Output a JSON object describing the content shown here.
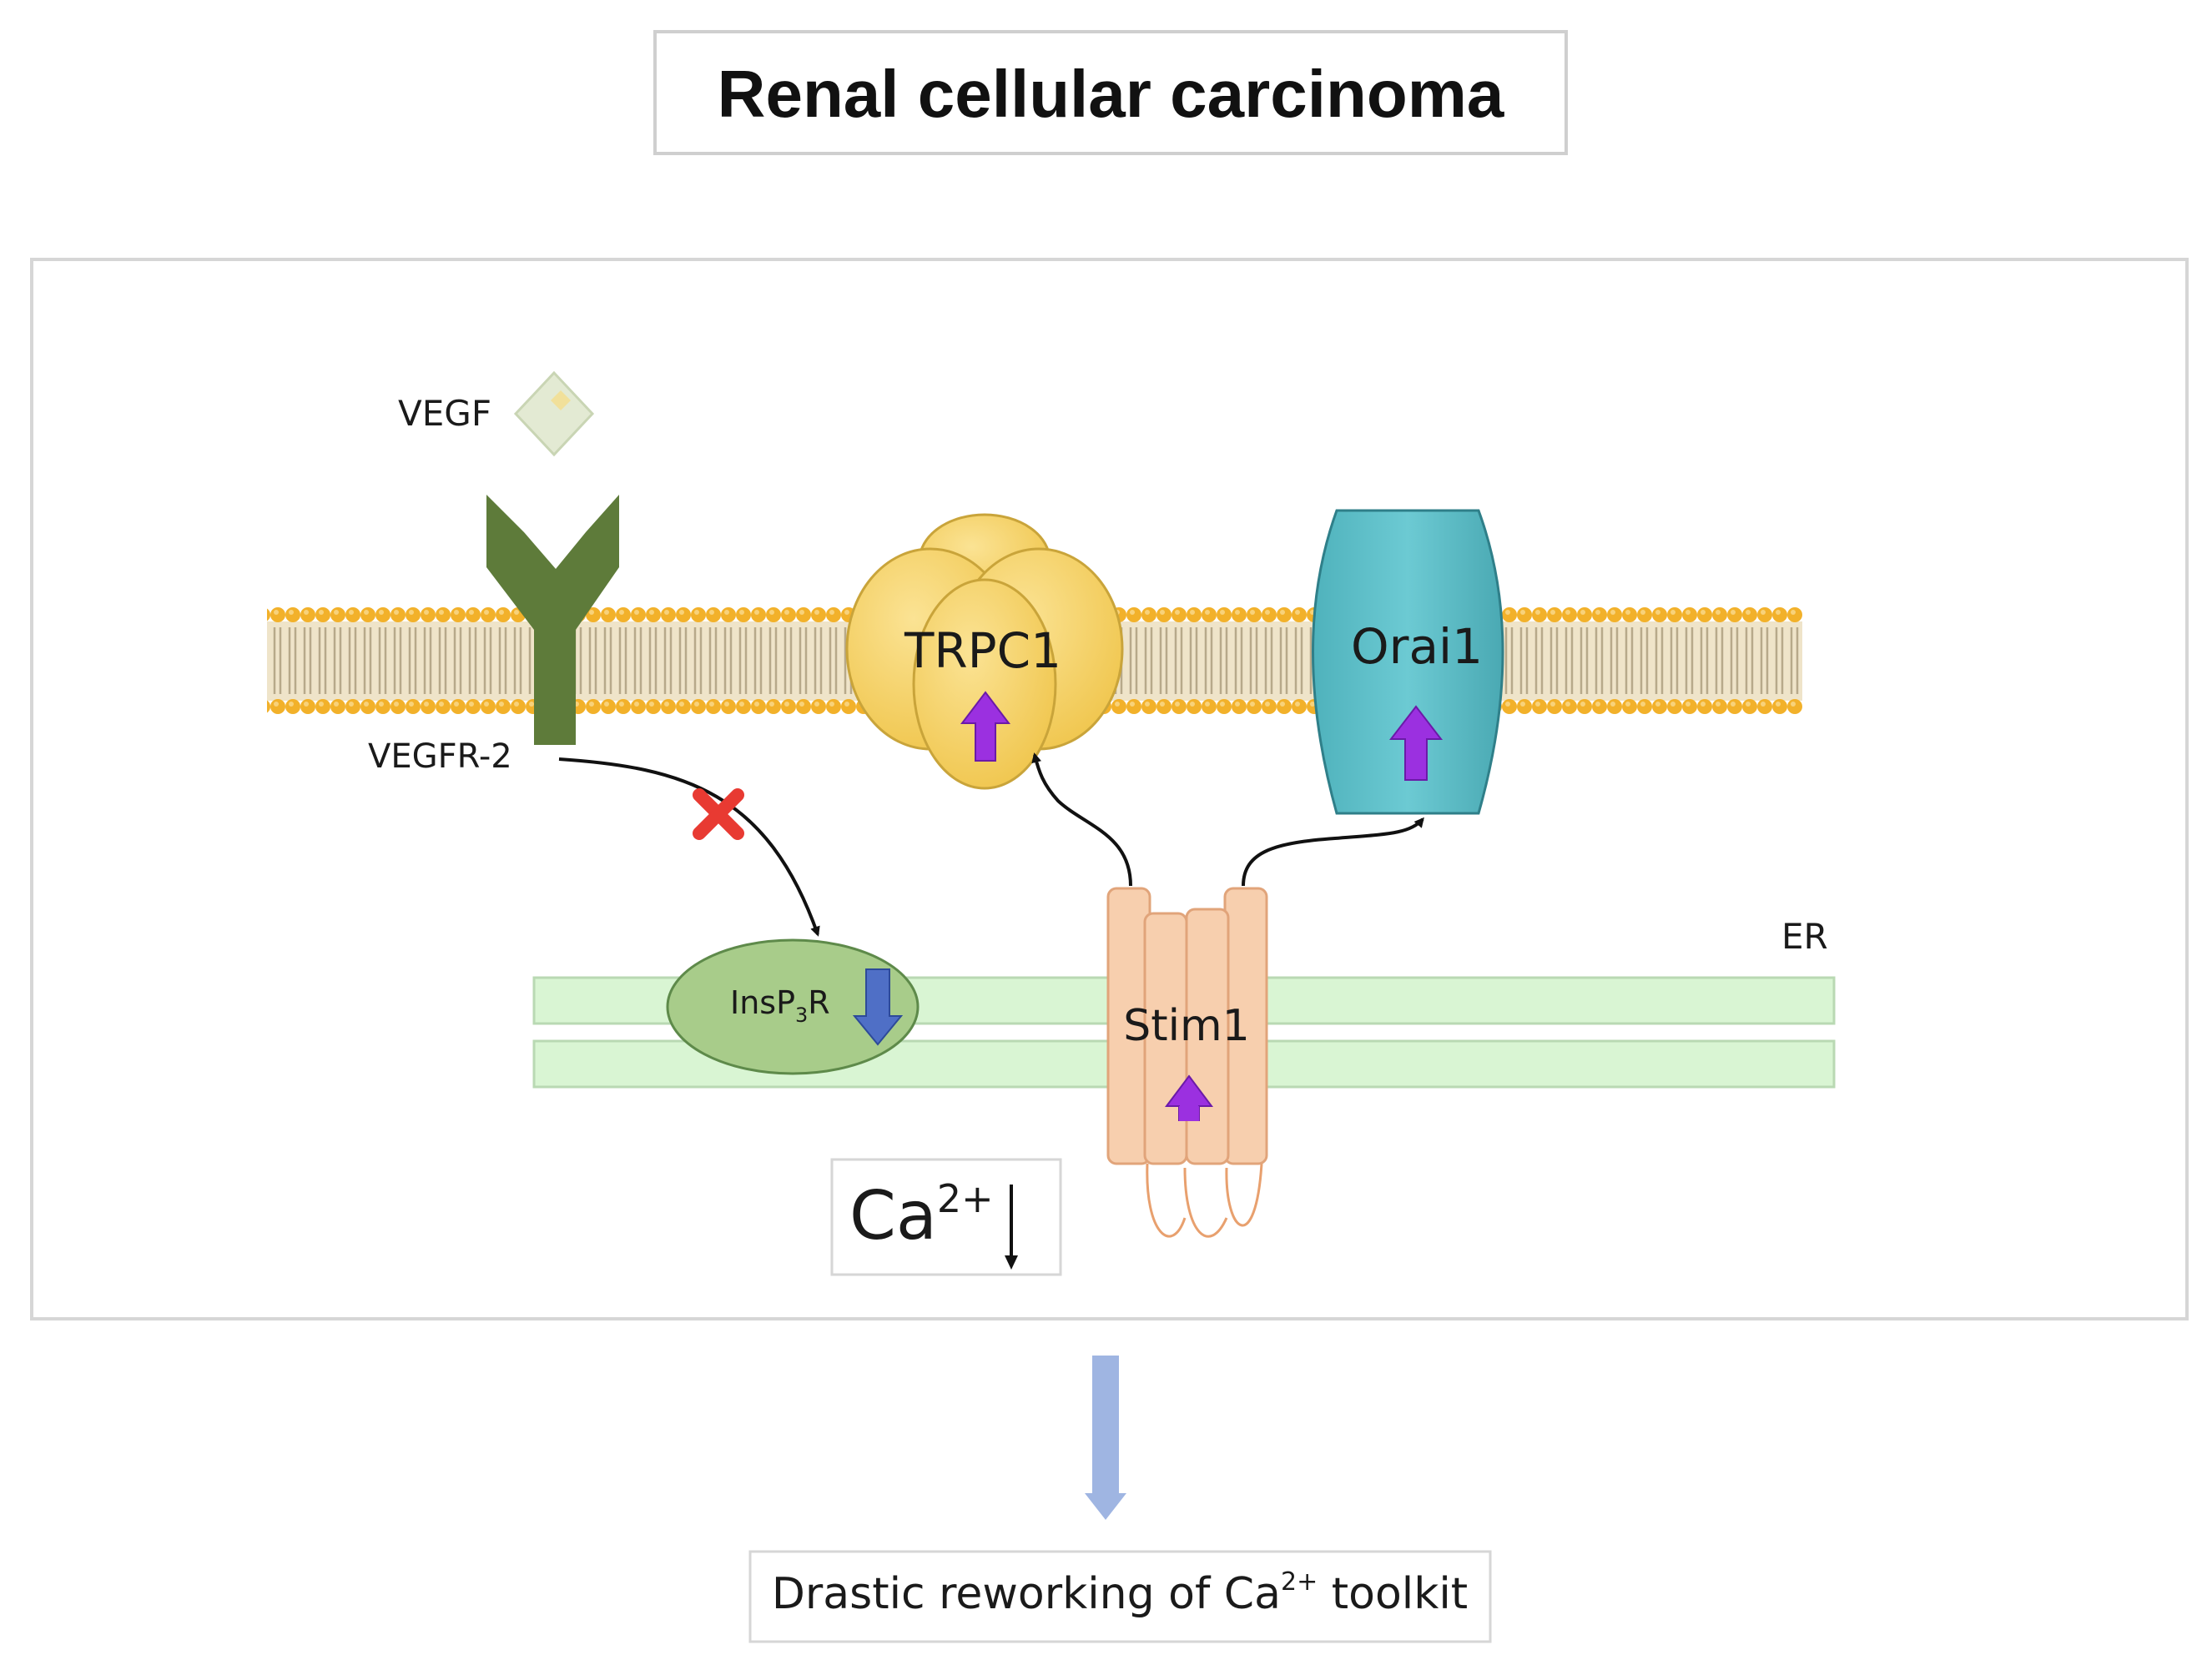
{
  "title": "Renal cellular carcinoma",
  "labels": {
    "vegf": "VEGF",
    "vegfr2": "VEGFR-2",
    "trpc1": "TRPC1",
    "orai1": "Orai1",
    "er": "ER",
    "insp3r_main": "InsP",
    "insp3r_sub": "3",
    "insp3r_end": "R",
    "stim1": "Stim1",
    "calcium_base": "Ca",
    "calcium_sup": "2+"
  },
  "outcome": {
    "pre": "Drastic reworking of Ca",
    "sup": "2+",
    "post": " toolkit"
  },
  "colors": {
    "up_arrow": "#9b30e0",
    "down_arrow": "#4f6fc6",
    "inhibit_cross": "#e83a32",
    "receptor": "#5e7b3a",
    "trpc1": "#f6d36a",
    "orai1": "#5bbcc6",
    "insp3r": "#a8cc8a",
    "er_membrane": "#d9f5d3",
    "stim1": "#f7cfae",
    "lipid_head": "#f2b12a",
    "flow_arrow": "#9fb5e2"
  }
}
